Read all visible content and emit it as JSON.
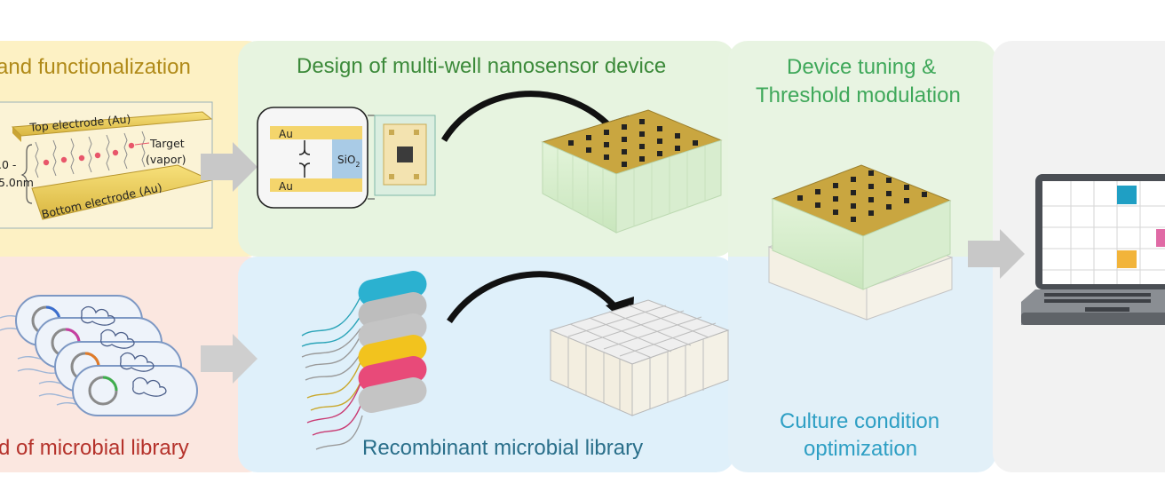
{
  "panels": {
    "top_left_title": "and functionalization",
    "bottom_left_title": "d of microbial library",
    "top_mid_title": "Design of multi-well nanosensor device",
    "bottom_mid_title": "Recombinant microbial library",
    "right_top_title_line1": "Device tuning &",
    "right_top_title_line2": "Threshold modulation",
    "right_bottom_title_line1": "Culture condition",
    "right_bottom_title_line2": "optimization"
  },
  "electrode_diagram": {
    "top_electrode": "Top electrode (Au)",
    "bottom_electrode": "Bottom electrode (Au)",
    "target_line1": "Target",
    "target_line2": "(vapor)",
    "gap_line1": ".0 -",
    "gap_line2": "5.0nm"
  },
  "inset": {
    "au_top": "Au",
    "au_bottom": "Au",
    "oxide": "SiO",
    "oxide_sub": "2"
  },
  "colors": {
    "yellow_panel": "#fdf1c4",
    "pink_panel": "#fbe7e0",
    "green_panel": "#e7f4e0",
    "blue_panel": "#dff0fa",
    "gray_panel": "#f2f2f2",
    "title_gold": "#b08a18",
    "title_green": "#3c8a3a",
    "title_red": "#b5322b",
    "title_teal": "#2a6f8a",
    "title_cyan": "#2e9fc4",
    "title_lightgreen": "#3fa85a"
  }
}
